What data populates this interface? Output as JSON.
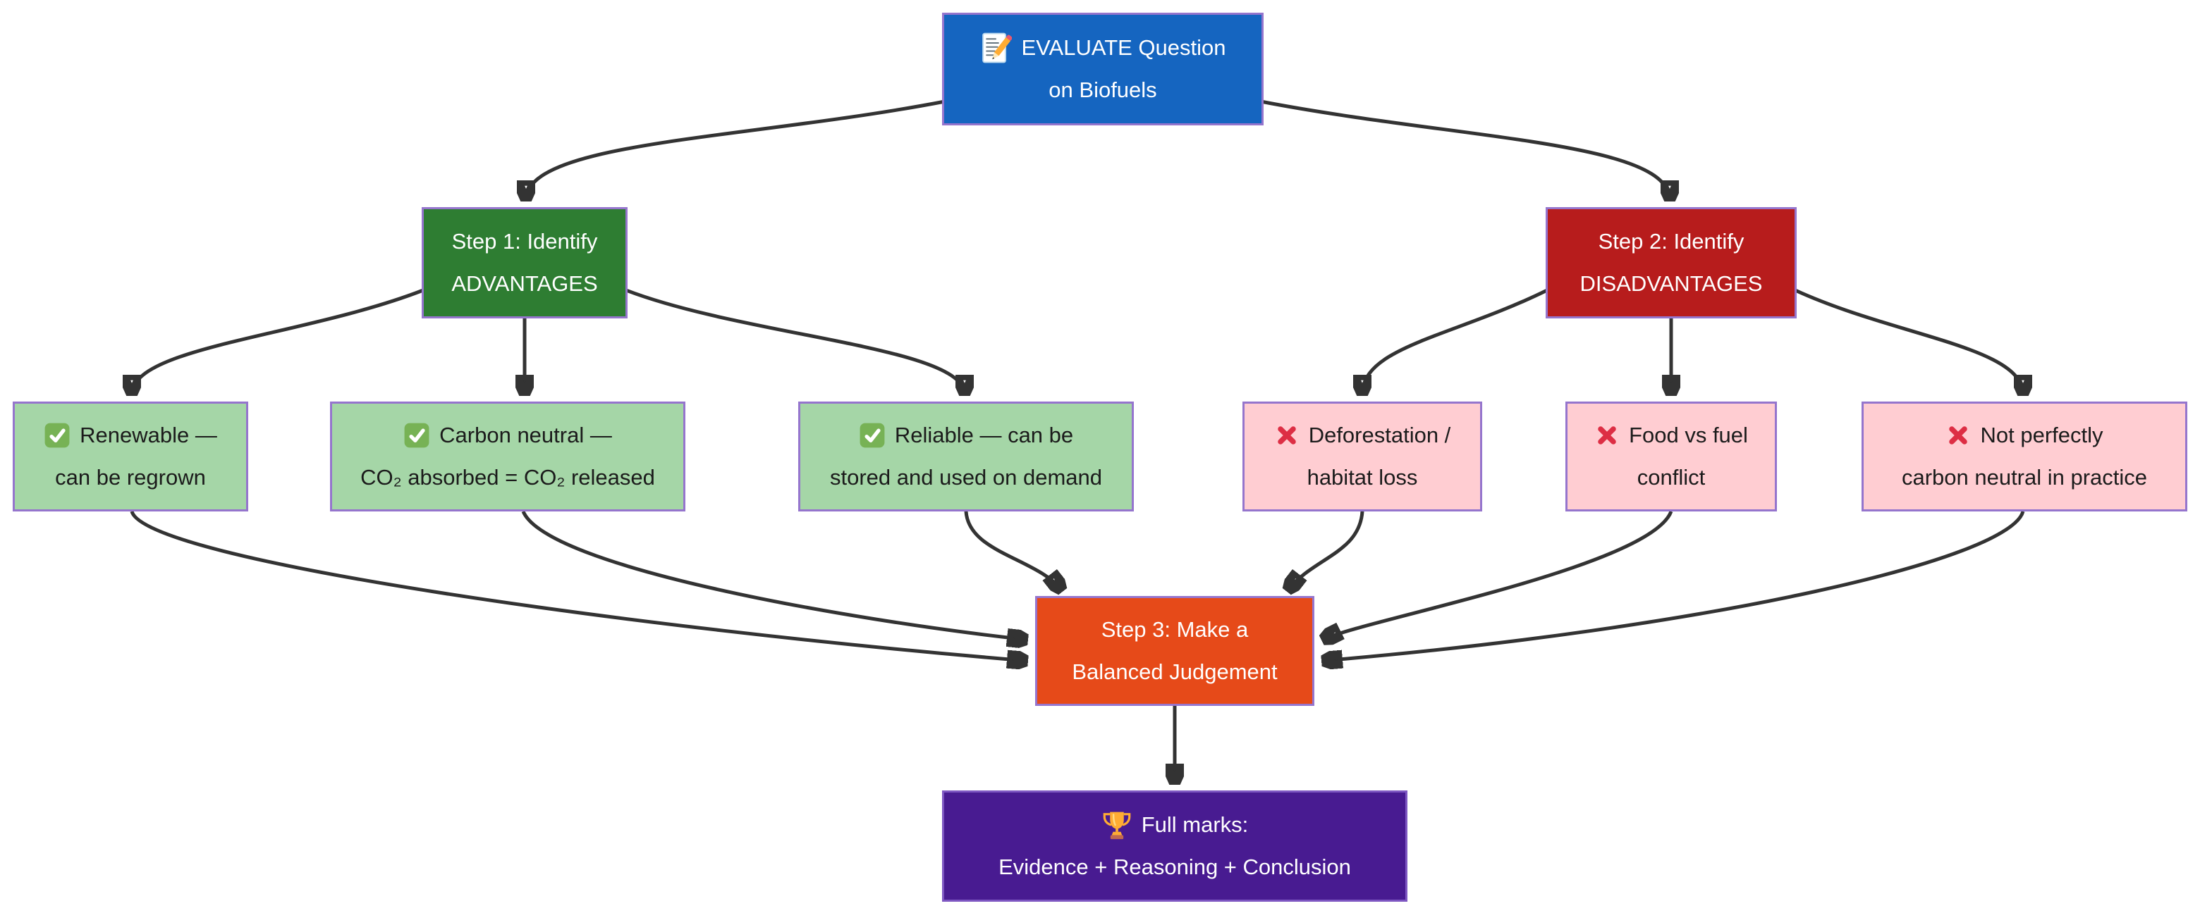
{
  "diagram_title": "EVALUATE Question on Biofuels flowchart",
  "palette": {
    "background": "#FFFFFF",
    "node_border": "#9575CD",
    "final_border": "#7E57C2",
    "edge": "#333333",
    "root_fill": "#1565C0",
    "advantages_fill": "#2E7D32",
    "disadvantages_fill": "#B71C1C",
    "advantage_item_fill": "#A5D6A7",
    "disadvantage_item_fill": "#FFCDD2",
    "judgement_fill": "#E64A19",
    "full_marks_fill": "#481B91",
    "dark_text": "#1B1B1B",
    "light_text": "#FFFFFF"
  },
  "nodes": {
    "root": {
      "icon": "memo-icon",
      "lines": [
        "EVALUATE Question",
        "on Biofuels"
      ]
    },
    "step1": {
      "icon": null,
      "lines": [
        "Step 1: Identify",
        "ADVANTAGES"
      ]
    },
    "step2": {
      "icon": null,
      "lines": [
        "Step 2: Identify",
        "DISADVANTAGES"
      ]
    },
    "adv1": {
      "icon": "check-icon",
      "lines": [
        "Renewable —",
        "can be regrown"
      ]
    },
    "adv2": {
      "icon": "check-icon",
      "lines": [
        "Carbon neutral —",
        "CO₂ absorbed = CO₂ released"
      ]
    },
    "adv3": {
      "icon": "check-icon",
      "lines": [
        "Reliable — can be",
        "stored and used on demand"
      ]
    },
    "dis1": {
      "icon": "cross-icon",
      "lines": [
        "Deforestation /",
        "habitat loss"
      ]
    },
    "dis2": {
      "icon": "cross-icon",
      "lines": [
        "Food vs fuel",
        "conflict"
      ]
    },
    "dis3": {
      "icon": "cross-icon",
      "lines": [
        "Not perfectly",
        "carbon neutral in practice"
      ]
    },
    "step3": {
      "icon": null,
      "lines": [
        "Step 3: Make a",
        "Balanced Judgement"
      ]
    },
    "final": {
      "icon": "trophy-icon",
      "lines": [
        "Full marks:",
        "Evidence + Reasoning + Conclusion"
      ]
    }
  },
  "edges": [
    {
      "from": "root",
      "to": "step1"
    },
    {
      "from": "root",
      "to": "step2"
    },
    {
      "from": "step1",
      "to": "adv1"
    },
    {
      "from": "step1",
      "to": "adv2"
    },
    {
      "from": "step1",
      "to": "adv3"
    },
    {
      "from": "step2",
      "to": "dis1"
    },
    {
      "from": "step2",
      "to": "dis2"
    },
    {
      "from": "step2",
      "to": "dis3"
    },
    {
      "from": "adv1",
      "to": "step3"
    },
    {
      "from": "adv2",
      "to": "step3"
    },
    {
      "from": "adv3",
      "to": "step3"
    },
    {
      "from": "dis1",
      "to": "step3"
    },
    {
      "from": "dis2",
      "to": "step3"
    },
    {
      "from": "dis3",
      "to": "step3"
    },
    {
      "from": "step3",
      "to": "final"
    }
  ]
}
